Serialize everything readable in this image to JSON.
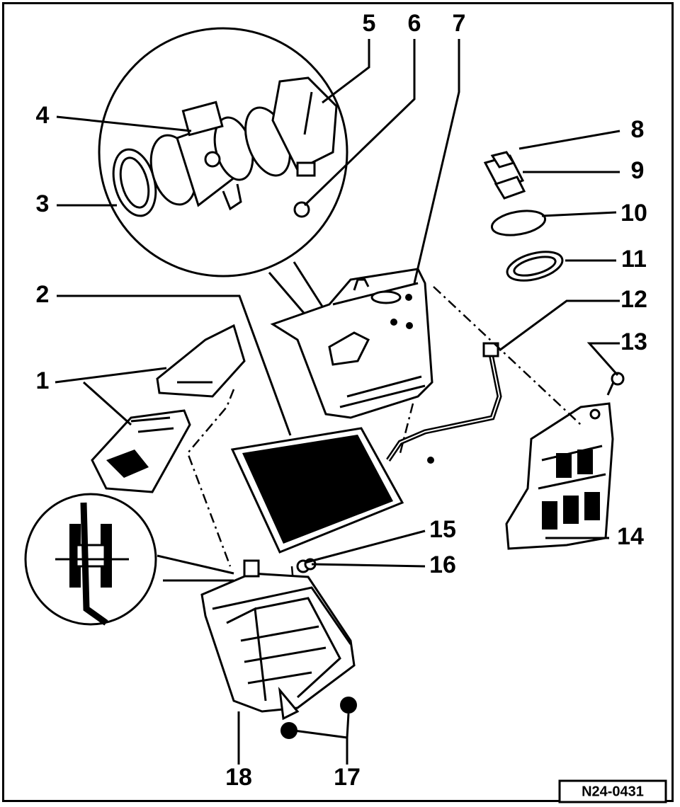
{
  "diagram": {
    "reference_code": "N24-0431",
    "labels": [
      "1",
      "2",
      "3",
      "4",
      "5",
      "6",
      "7",
      "8",
      "9",
      "10",
      "11",
      "12",
      "13",
      "14",
      "15",
      "16",
      "17",
      "18"
    ]
  }
}
